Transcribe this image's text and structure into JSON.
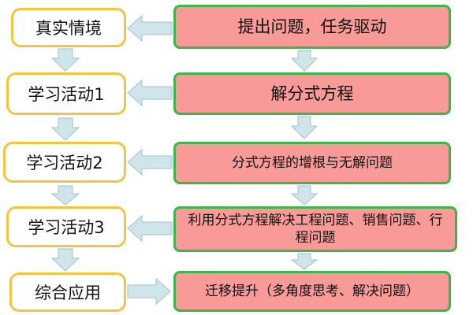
{
  "diagram": {
    "left_steps": [
      {
        "label": "真实情境"
      },
      {
        "label": "学习活动1"
      },
      {
        "label": "学习活动2"
      },
      {
        "label": "学习活动3"
      },
      {
        "label": "综合应用"
      }
    ],
    "right_steps": [
      {
        "label": "提出问题，任务驱动"
      },
      {
        "label": "解分式方程"
      },
      {
        "label": "分式方程的增根与无解问题"
      },
      {
        "label": "利用分式方程解决工程问题、销售问题、行程问题"
      },
      {
        "label": "迁移提升（多角度思考、解决问题）"
      }
    ]
  }
}
